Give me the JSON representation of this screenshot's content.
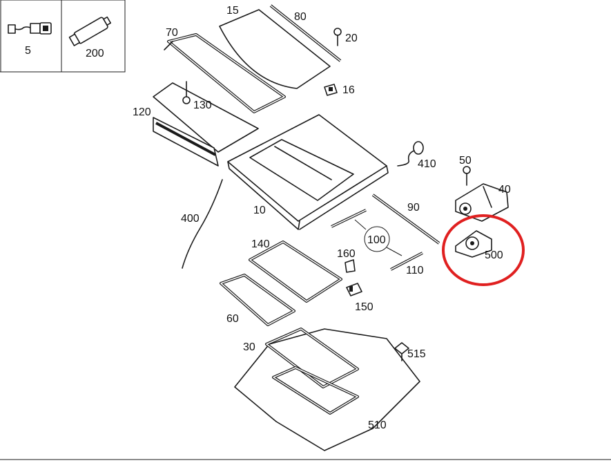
{
  "parts": [
    {
      "id": "p5",
      "label": "5"
    },
    {
      "id": "p200",
      "label": "200"
    },
    {
      "id": "p15",
      "label": "15"
    },
    {
      "id": "p80",
      "label": "80"
    },
    {
      "id": "p70",
      "label": "70"
    },
    {
      "id": "p20",
      "label": "20"
    },
    {
      "id": "p16",
      "label": "16"
    },
    {
      "id": "p120",
      "label": "120"
    },
    {
      "id": "p130",
      "label": "130"
    },
    {
      "id": "p410",
      "label": "410"
    },
    {
      "id": "p50",
      "label": "50"
    },
    {
      "id": "p40",
      "label": "40"
    },
    {
      "id": "p400",
      "label": "400"
    },
    {
      "id": "p10",
      "label": "10"
    },
    {
      "id": "p90",
      "label": "90"
    },
    {
      "id": "p100",
      "label": "100"
    },
    {
      "id": "p500",
      "label": "500"
    },
    {
      "id": "p140",
      "label": "140"
    },
    {
      "id": "p160",
      "label": "160"
    },
    {
      "id": "p110",
      "label": "110"
    },
    {
      "id": "p150",
      "label": "150"
    },
    {
      "id": "p60",
      "label": "60"
    },
    {
      "id": "p30",
      "label": "30"
    },
    {
      "id": "p515",
      "label": "515"
    },
    {
      "id": "p510",
      "label": "510"
    }
  ],
  "highlight": {
    "part": "500",
    "color": "#e02020"
  }
}
